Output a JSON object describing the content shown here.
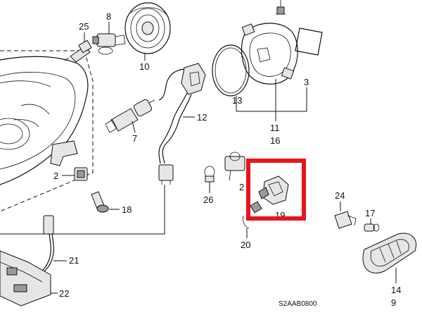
{
  "diagram_code": "S2AAB0800",
  "callouts": [
    "25",
    "8",
    "10",
    "13",
    "11",
    "16",
    "3",
    "12",
    "7",
    "2",
    "18",
    "26",
    "19",
    "20",
    "24",
    "17",
    "14",
    "9",
    "21",
    "22"
  ],
  "highlight": {
    "color": "#e8141c",
    "target": "19"
  }
}
